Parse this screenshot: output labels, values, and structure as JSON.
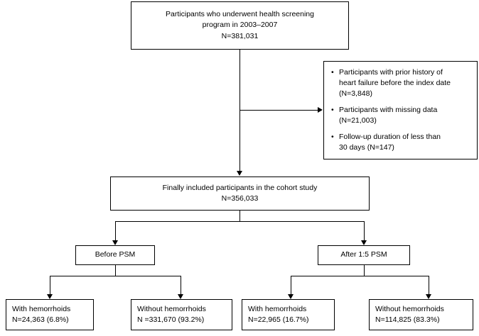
{
  "diagram": {
    "type": "flowchart",
    "title": "Study participant selection flow",
    "nodes": {
      "top": {
        "line1": "Participants who underwent health screening",
        "line2": "program in 2003–2007",
        "line3": "N=381,031"
      },
      "exclusions": {
        "items": [
          {
            "line1": "Participants with prior history of",
            "line2": "heart failure before the index date",
            "line3": "(N=3,848)"
          },
          {
            "line1": "Participants with missing data",
            "line2": "(N=21,003)",
            "line3": ""
          },
          {
            "line1": "Follow-up duration of less than",
            "line2": "30 days (N=147)",
            "line3": ""
          }
        ]
      },
      "included": {
        "line1": "Finally included participants in the cohort study",
        "line2": "N=356,033"
      },
      "before_psm": {
        "label": "Before PSM"
      },
      "after_psm": {
        "label": "After 1:5 PSM"
      },
      "before_with": {
        "line1": "With hemorrhoids",
        "line2": "N=24,363 (6.8%)"
      },
      "before_without": {
        "line1": "Without hemorrhoids",
        "line2": "N =331,670 (93.2%)"
      },
      "after_with": {
        "line1": "With hemorrhoids",
        "line2": "N=22,965 (16.7%)"
      },
      "after_without": {
        "line1": "Without hemorrhoids",
        "line2": "N=114,825 (83.3%)"
      }
    }
  }
}
